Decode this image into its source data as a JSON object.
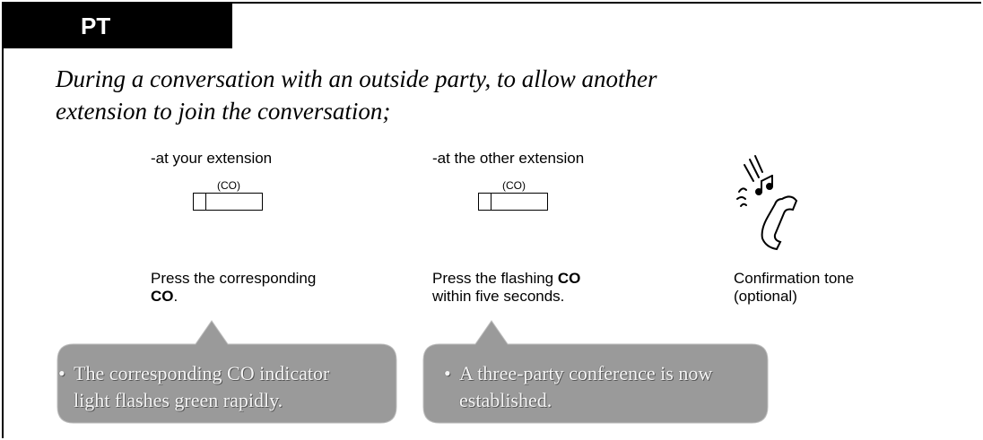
{
  "header": {
    "title": "PT"
  },
  "intro": {
    "line1": "During a conversation with an outside party, to allow another",
    "line2": "extension to join the conversation;"
  },
  "steps": [
    {
      "label": "-at your extension",
      "key_label": "(CO)",
      "desc_line1": "Press the corresponding",
      "desc_bold": "CO",
      "desc_after_bold": "."
    },
    {
      "label": "-at the other extension",
      "key_label": "(CO)",
      "desc_line1_pre": "Press the flashing ",
      "desc_bold": "CO",
      "desc_line2": "within five seconds."
    },
    {
      "icon": "handset-tone-icon",
      "desc_line1": "Confirmation tone",
      "desc_line2": "(optional)"
    }
  ],
  "notes": [
    {
      "bullet": "•",
      "line1": "The corresponding CO indicator",
      "line2": "light flashes green rapidly."
    },
    {
      "bullet": "•",
      "line1": "A three-party conference is now",
      "line2": "established."
    }
  ],
  "colors": {
    "header_bg": "#000000",
    "bubble_fill": "#9a9a9a"
  }
}
